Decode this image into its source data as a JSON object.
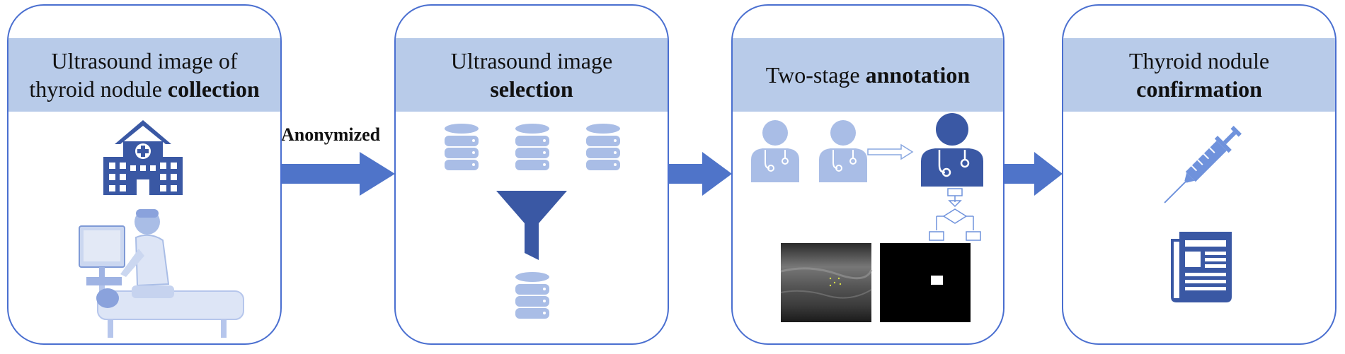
{
  "stages": [
    {
      "line1": "Ultrasound image of",
      "line2_normal": "thyroid nodule ",
      "line2_bold": "collection"
    },
    {
      "line1": "Ultrasound image",
      "line2_normal": "",
      "line2_bold": "selection"
    },
    {
      "line1_normal": "Two-stage ",
      "line1_bold": "annotation"
    },
    {
      "line1": "Thyroid nodule",
      "line2_normal": "",
      "line2_bold": "confirmation"
    }
  ],
  "connector_label": "Anonymized",
  "colors": {
    "border": "#4a6fd0",
    "header": "#b8cbe9",
    "arrow": "#4f74c9",
    "icon_dark": "#3a58a4",
    "icon_light": "#a9bde6"
  }
}
